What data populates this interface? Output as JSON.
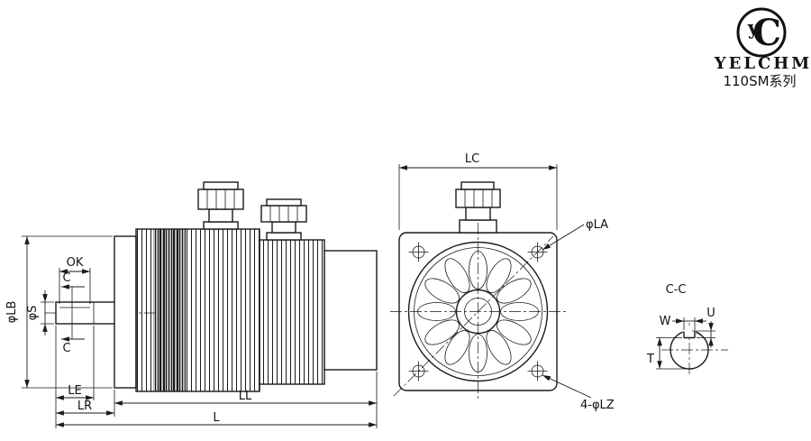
{
  "brand": {
    "logo_main": "C",
    "logo_small": "y",
    "name": "YELCHM",
    "series": "110SM系列"
  },
  "side_view": {
    "dims": {
      "phi_lb": "φLB",
      "phi_s": "φS",
      "ok": "OK",
      "section_mark": "C",
      "le": "LE",
      "lr": "LR",
      "ll": "LL",
      "l": "L"
    }
  },
  "front_view": {
    "dims": {
      "lc": "LC",
      "phi_la": "φLA",
      "mounting_holes": "4-φLZ"
    }
  },
  "section_view": {
    "title": "C-C",
    "dims": {
      "u": "U",
      "w": "W",
      "t": "T"
    }
  }
}
